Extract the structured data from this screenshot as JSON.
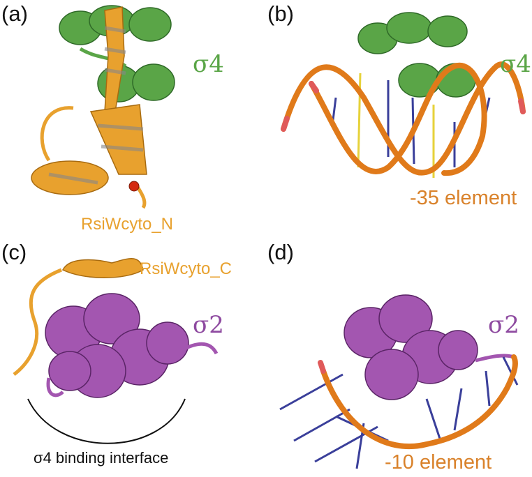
{
  "colors": {
    "sigma4": "#5aa547",
    "sigma2": "#8e4aa0",
    "rsiw": "#e8a12e",
    "dna": "#e07a1a",
    "dna_base_blue": "#3a3f9a",
    "dna_base_yellow": "#e6d23a",
    "atom": "#d42a10"
  },
  "panels": {
    "a": {
      "label": "(a)",
      "sigma_label": "σ4",
      "rsiw_label": "RsiWcyto_N"
    },
    "b": {
      "label": "(b)",
      "sigma_label": "σ4",
      "dna_label": "-35 element"
    },
    "c": {
      "label": "(c)",
      "sigma_label": "σ2",
      "rsiw_label": "RsiWcyto_C",
      "interface_label": "σ4 binding interface"
    },
    "d": {
      "label": "(d)",
      "sigma_label": "σ2",
      "dna_label": "-10 element"
    }
  }
}
